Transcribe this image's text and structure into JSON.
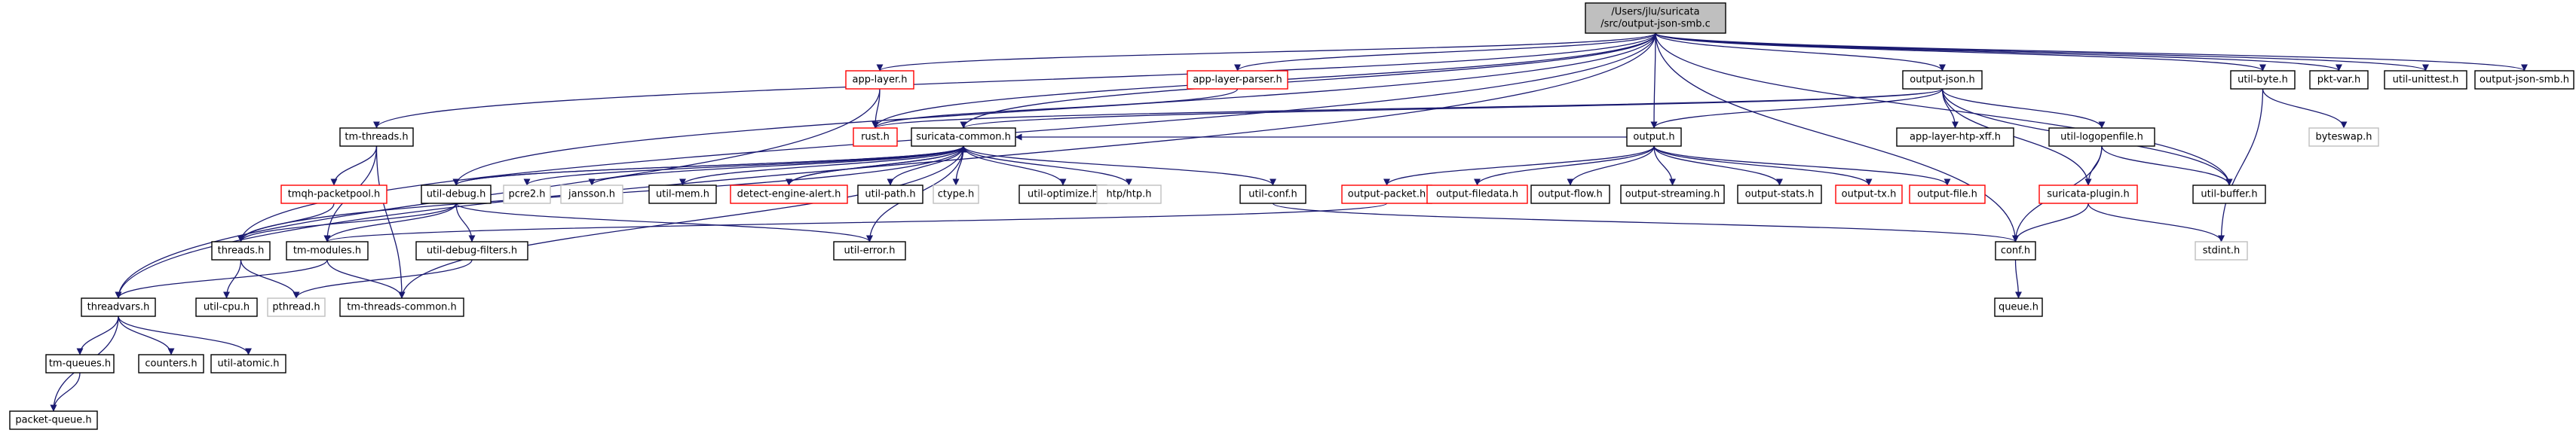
{
  "colors": {
    "edge": "#191970",
    "normal_border": "#000000",
    "missing_border": "#bfbfbf",
    "incomplete_border": "#ff0000",
    "root_fill": "#bfbfbf",
    "text": "#000000"
  },
  "nodes": [
    {
      "id": "root",
      "lines": [
        "/Users/jlu/suricata",
        "/src/output-json-smb.c"
      ],
      "kind": "root"
    },
    {
      "id": "threadvars",
      "lines": [
        "threadvars.h"
      ],
      "kind": "normal"
    },
    {
      "id": "tm-threads",
      "lines": [
        "tm-threads.h"
      ],
      "kind": "normal"
    },
    {
      "id": "threads",
      "lines": [
        "threads.h"
      ],
      "kind": "normal"
    },
    {
      "id": "util-debug",
      "lines": [
        "util-debug.h"
      ],
      "kind": "normal"
    },
    {
      "id": "app-layer",
      "lines": [
        "app-layer.h"
      ],
      "kind": "incomplete"
    },
    {
      "id": "app-layer-parser",
      "lines": [
        "app-layer-parser.h"
      ],
      "kind": "incomplete"
    },
    {
      "id": "rust",
      "lines": [
        "rust.h"
      ],
      "kind": "incomplete"
    },
    {
      "id": "suricata-common",
      "lines": [
        "suricata-common.h"
      ],
      "kind": "normal"
    },
    {
      "id": "output",
      "lines": [
        "output.h"
      ],
      "kind": "normal"
    },
    {
      "id": "output-json",
      "lines": [
        "output-json.h"
      ],
      "kind": "normal"
    },
    {
      "id": "conf",
      "lines": [
        "conf.h"
      ],
      "kind": "normal"
    },
    {
      "id": "util-buffer",
      "lines": [
        "util-buffer.h"
      ],
      "kind": "normal"
    },
    {
      "id": "util-byte",
      "lines": [
        "util-byte.h"
      ],
      "kind": "normal"
    },
    {
      "id": "pkt-var",
      "lines": [
        "pkt-var.h"
      ],
      "kind": "normal"
    },
    {
      "id": "util-unittest",
      "lines": [
        "util-unittest.h"
      ],
      "kind": "normal"
    },
    {
      "id": "output-json-smb-h",
      "lines": [
        "output-json-smb.h"
      ],
      "kind": "normal"
    },
    {
      "id": "tmqh-packetpool",
      "lines": [
        "tmqh-packetpool.h"
      ],
      "kind": "incomplete"
    },
    {
      "id": "tm-modules",
      "lines": [
        "tm-modules.h"
      ],
      "kind": "normal"
    },
    {
      "id": "tm-threads-common",
      "lines": [
        "tm-threads-common.h"
      ],
      "kind": "normal"
    },
    {
      "id": "util-cpu",
      "lines": [
        "util-cpu.h"
      ],
      "kind": "normal"
    },
    {
      "id": "pthread",
      "lines": [
        "pthread.h"
      ],
      "kind": "missing"
    },
    {
      "id": "tm-queues",
      "lines": [
        "tm-queues.h"
      ],
      "kind": "normal"
    },
    {
      "id": "counters",
      "lines": [
        "counters.h"
      ],
      "kind": "normal"
    },
    {
      "id": "util-atomic",
      "lines": [
        "util-atomic.h"
      ],
      "kind": "normal"
    },
    {
      "id": "packet-queue",
      "lines": [
        "packet-queue.h"
      ],
      "kind": "normal"
    },
    {
      "id": "pcre2",
      "lines": [
        "pcre2.h"
      ],
      "kind": "missing"
    },
    {
      "id": "jansson",
      "lines": [
        "jansson.h"
      ],
      "kind": "missing"
    },
    {
      "id": "util-mem",
      "lines": [
        "util-mem.h"
      ],
      "kind": "normal"
    },
    {
      "id": "detect-engine-alert",
      "lines": [
        "detect-engine-alert.h"
      ],
      "kind": "incomplete"
    },
    {
      "id": "util-path",
      "lines": [
        "util-path.h"
      ],
      "kind": "normal"
    },
    {
      "id": "ctype",
      "lines": [
        "ctype.h"
      ],
      "kind": "missing"
    },
    {
      "id": "util-optimize",
      "lines": [
        "util-optimize.h"
      ],
      "kind": "normal"
    },
    {
      "id": "htp",
      "lines": [
        "htp/htp.h"
      ],
      "kind": "missing"
    },
    {
      "id": "util-conf",
      "lines": [
        "util-conf.h"
      ],
      "kind": "normal"
    },
    {
      "id": "util-error",
      "lines": [
        "util-error.h"
      ],
      "kind": "normal"
    },
    {
      "id": "util-debug-filters",
      "lines": [
        "util-debug-filters.h"
      ],
      "kind": "normal"
    },
    {
      "id": "app-layer-htp-xff",
      "lines": [
        "app-layer-htp-xff.h"
      ],
      "kind": "normal"
    },
    {
      "id": "util-logopenfile",
      "lines": [
        "util-logopenfile.h"
      ],
      "kind": "normal"
    },
    {
      "id": "output-packet",
      "lines": [
        "output-packet.h"
      ],
      "kind": "incomplete"
    },
    {
      "id": "output-filedata",
      "lines": [
        "output-filedata.h"
      ],
      "kind": "incomplete"
    },
    {
      "id": "output-flow",
      "lines": [
        "output-flow.h"
      ],
      "kind": "normal"
    },
    {
      "id": "output-streaming",
      "lines": [
        "output-streaming.h"
      ],
      "kind": "normal"
    },
    {
      "id": "output-stats",
      "lines": [
        "output-stats.h"
      ],
      "kind": "normal"
    },
    {
      "id": "output-tx",
      "lines": [
        "output-tx.h"
      ],
      "kind": "incomplete"
    },
    {
      "id": "output-file",
      "lines": [
        "output-file.h"
      ],
      "kind": "incomplete"
    },
    {
      "id": "suricata-plugin",
      "lines": [
        "suricata-plugin.h"
      ],
      "kind": "incomplete"
    },
    {
      "id": "queue",
      "lines": [
        "queue.h"
      ],
      "kind": "normal"
    },
    {
      "id": "byteswap",
      "lines": [
        "byteswap.h"
      ],
      "kind": "missing"
    },
    {
      "id": "stdint",
      "lines": [
        "stdint.h"
      ],
      "kind": "missing"
    }
  ],
  "edges": [
    [
      "root",
      "threadvars"
    ],
    [
      "root",
      "tm-threads"
    ],
    [
      "root",
      "threads"
    ],
    [
      "root",
      "util-debug"
    ],
    [
      "root",
      "app-layer"
    ],
    [
      "root",
      "app-layer-parser"
    ],
    [
      "root",
      "rust"
    ],
    [
      "root",
      "suricata-common"
    ],
    [
      "root",
      "output"
    ],
    [
      "root",
      "output-json"
    ],
    [
      "root",
      "conf"
    ],
    [
      "root",
      "util-buffer"
    ],
    [
      "root",
      "util-byte"
    ],
    [
      "root",
      "pkt-var"
    ],
    [
      "root",
      "util-unittest"
    ],
    [
      "root",
      "output-json-smb-h"
    ],
    [
      "app-layer",
      "rust"
    ],
    [
      "app-layer",
      "threadvars"
    ],
    [
      "app-layer-parser",
      "rust"
    ],
    [
      "tm-threads",
      "tmqh-packetpool"
    ],
    [
      "tm-threads",
      "tm-modules"
    ],
    [
      "tm-threads",
      "tm-threads-common"
    ],
    [
      "tmqh-packetpool",
      "threads"
    ],
    [
      "threads",
      "util-cpu"
    ],
    [
      "threads",
      "pthread"
    ],
    [
      "tm-modules",
      "threadvars"
    ],
    [
      "tm-modules",
      "tm-threads-common"
    ],
    [
      "threadvars",
      "tm-queues"
    ],
    [
      "threadvars",
      "counters"
    ],
    [
      "threadvars",
      "util-atomic"
    ],
    [
      "threadvars",
      "packet-queue"
    ],
    [
      "tm-queues",
      "packet-queue"
    ],
    [
      "suricata-common",
      "threads"
    ],
    [
      "suricata-common",
      "util-debug"
    ],
    [
      "suricata-common",
      "pcre2"
    ],
    [
      "suricata-common",
      "jansson"
    ],
    [
      "suricata-common",
      "util-mem"
    ],
    [
      "suricata-common",
      "detect-engine-alert"
    ],
    [
      "suricata-common",
      "util-path"
    ],
    [
      "suricata-common",
      "ctype"
    ],
    [
      "suricata-common",
      "util-optimize"
    ],
    [
      "suricata-common",
      "htp"
    ],
    [
      "suricata-common",
      "util-conf"
    ],
    [
      "suricata-common",
      "util-error"
    ],
    [
      "suricata-common",
      "tm-threads-common"
    ],
    [
      "util-debug",
      "threads"
    ],
    [
      "util-debug",
      "util-debug-filters"
    ],
    [
      "util-debug",
      "util-error"
    ],
    [
      "util-debug",
      "tm-modules"
    ],
    [
      "util-debug-filters",
      "pthread"
    ],
    [
      "util-conf",
      "conf"
    ],
    [
      "detect-engine-alert",
      "suricata-common"
    ],
    [
      "util-debug",
      "suricata-common"
    ],
    [
      "output-json",
      "rust"
    ],
    [
      "output-json",
      "suricata-common"
    ],
    [
      "output-json",
      "output"
    ],
    [
      "output-json",
      "app-layer-htp-xff"
    ],
    [
      "output-json",
      "util-logopenfile"
    ],
    [
      "output-json",
      "suricata-plugin"
    ],
    [
      "output-json",
      "util-buffer"
    ],
    [
      "output",
      "suricata-common"
    ],
    [
      "output",
      "output-packet"
    ],
    [
      "output",
      "output-filedata"
    ],
    [
      "output",
      "output-flow"
    ],
    [
      "output",
      "output-streaming"
    ],
    [
      "output",
      "output-stats"
    ],
    [
      "output",
      "output-tx"
    ],
    [
      "output",
      "output-file"
    ],
    [
      "output-packet",
      "tm-modules"
    ],
    [
      "util-logopenfile",
      "suricata-plugin"
    ],
    [
      "util-logopenfile",
      "util-buffer"
    ],
    [
      "util-logopenfile",
      "conf"
    ],
    [
      "suricata-plugin",
      "conf"
    ],
    [
      "suricata-plugin",
      "stdint"
    ],
    [
      "conf",
      "queue"
    ],
    [
      "util-byte",
      "byteswap"
    ],
    [
      "util-byte",
      "stdint"
    ]
  ]
}
